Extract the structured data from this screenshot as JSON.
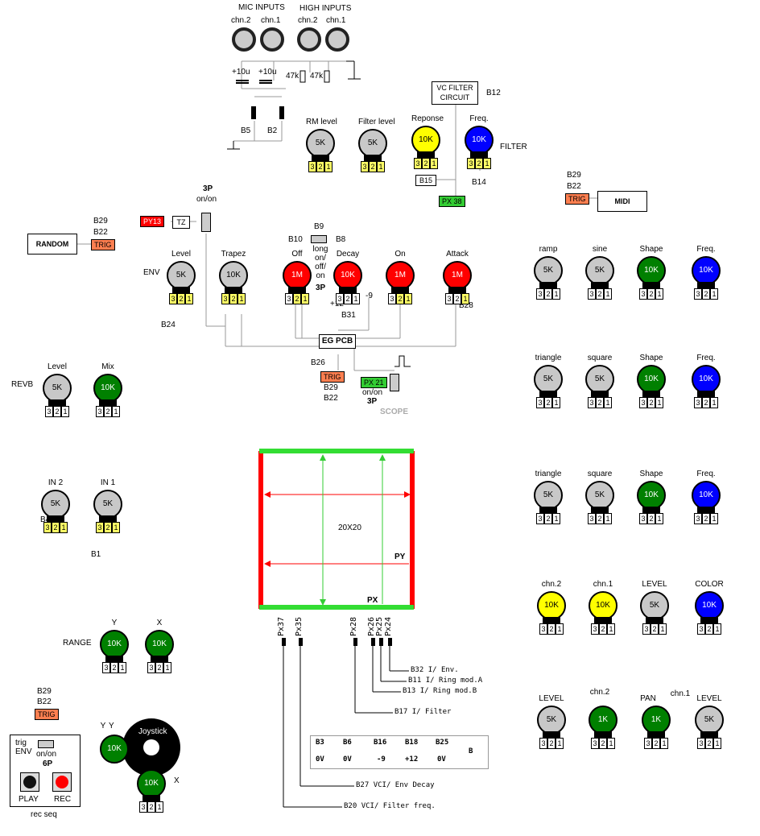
{
  "inputs": {
    "mic_title": "MIC INPUTS",
    "high_title": "HIGH INPUTS",
    "mic_ch2": "chn.2",
    "mic_ch1": "chn.1",
    "high_ch2": "chn.2",
    "high_ch1": "chn.1",
    "cap1": "10u",
    "cap2": "10u",
    "res1": "47k",
    "res2": "47k",
    "b5": "B5",
    "b2": "B2"
  },
  "vcfilter": {
    "title": "VC FILTER CIRCUIT",
    "b12": "B12",
    "filter": "FILTER",
    "b15": "B15",
    "px38": "PX 38",
    "b14": "B14"
  },
  "midi": {
    "b29": "B29",
    "b22": "B22",
    "trig": "TRIG",
    "label": "MIDI"
  },
  "random": {
    "label": "RANDOM",
    "b29": "B29",
    "b22": "B22",
    "trig": "TRIG"
  },
  "env": {
    "sw_3p": "3P",
    "sw_onon": "on/on",
    "py13": "PY13",
    "tz": "TZ",
    "env": "ENV",
    "b24": "B24"
  },
  "eg": {
    "b9": "B9",
    "b10": "B10",
    "b8": "B8",
    "sw_text": "long on/ off/ on",
    "sw_3p": "3P",
    "plus12": "+12",
    "minus9": "-9",
    "b31": "B31",
    "b28": "B28",
    "egpcb": "EG PCB",
    "b26": "B26",
    "trig": "TRIG",
    "b29": "B29",
    "b22": "B22",
    "px21": "PX 21",
    "onon": "on/on",
    "p3": "3P",
    "scope": "SCOPE"
  },
  "reverb": {
    "revb": "REVB"
  },
  "ins": {
    "b4": "B4",
    "b1": "B1"
  },
  "range": {
    "label": "RANGE"
  },
  "matrix": {
    "size": "20X20",
    "py": "PY",
    "px": "PX"
  },
  "pins": [
    "Px37",
    "Px35",
    "Px28",
    "Px26",
    "Px25",
    "Px24"
  ],
  "routes": [
    {
      "id": "B32",
      "text": "I/ Env."
    },
    {
      "id": "B11",
      "text": "I/ Ring mod.A"
    },
    {
      "id": "B13",
      "text": "I/ Ring mod.B"
    },
    {
      "id": "B17",
      "text": "I/ Filter"
    },
    {
      "id": "B27",
      "text": "VCI/ Env Decay"
    },
    {
      "id": "B20",
      "text": "VCI/ Filter freq."
    }
  ],
  "voltage_table": {
    "headers": [
      "B3",
      "B6",
      "B16",
      "B18",
      "B25"
    ],
    "values": [
      "0V",
      "0V",
      "-9",
      "+12",
      "0V"
    ],
    "side": "B"
  },
  "recseq": {
    "b29": "B29",
    "b22": "B22",
    "trig": "TRIG",
    "trig_env": "trig ENV",
    "onon": "on/on",
    "p6": "6P",
    "play": "PLAY",
    "rec": "REC",
    "caption": "rec seq"
  },
  "joystick": {
    "label": "Joystick",
    "y": "Y",
    "x": "X"
  },
  "knobs": [
    {
      "id": "rm",
      "label": "RM level",
      "value": "5K",
      "color": "grey",
      "pins": [
        "3",
        "2",
        "1"
      ],
      "yellow": [
        0,
        1,
        2
      ]
    },
    {
      "id": "filt",
      "label": "Filter level",
      "value": "5K",
      "color": "grey",
      "pins": [
        "3",
        "2",
        "1"
      ],
      "yellow": [
        0,
        1,
        2
      ]
    },
    {
      "id": "reso",
      "label": "Reponse",
      "value": "10K",
      "color": "yellow",
      "pins": [
        "3",
        "2",
        "1"
      ],
      "yellow": [
        0,
        1,
        2
      ]
    },
    {
      "id": "freqf",
      "label": "Freq.",
      "value": "10K",
      "color": "blue",
      "pins": [
        "3",
        "2",
        "1"
      ],
      "yellow": [
        0,
        1,
        2
      ]
    },
    {
      "id": "lvl",
      "label": "Level",
      "value": "5K",
      "color": "grey",
      "pins": [
        "3",
        "2",
        "1"
      ],
      "yellow": [
        0,
        1,
        2
      ]
    },
    {
      "id": "trap",
      "label": "Trapez",
      "value": "10K",
      "color": "grey",
      "pins": [
        "3",
        "2",
        "1"
      ],
      "yellow": [
        0,
        1,
        2
      ]
    },
    {
      "id": "off",
      "label": "Off",
      "value": "1M",
      "color": "red",
      "pins": [
        "3",
        "2",
        "1"
      ],
      "yellow": [
        1,
        2
      ]
    },
    {
      "id": "decay",
      "label": "Decay",
      "value": "10K",
      "color": "red",
      "pins": [
        "3",
        "2",
        "1"
      ],
      "yellow": []
    },
    {
      "id": "on",
      "label": "On",
      "value": "1M",
      "color": "red",
      "pins": [
        "3",
        "2",
        "1"
      ],
      "yellow": [
        1,
        2
      ]
    },
    {
      "id": "atk",
      "label": "Attack",
      "value": "1M",
      "color": "red",
      "pins": [
        "3",
        "2",
        "1"
      ],
      "yellow": [
        2
      ]
    },
    {
      "id": "rvl",
      "label": "Level",
      "value": "5K",
      "color": "grey",
      "pins": [
        "3",
        "2",
        "1"
      ],
      "yellow": []
    },
    {
      "id": "rmix",
      "label": "Mix",
      "value": "10K",
      "color": "green",
      "pins": [
        "3",
        "2",
        "1"
      ],
      "yellow": []
    },
    {
      "id": "in2",
      "label": "IN 2",
      "value": "5K",
      "color": "grey",
      "pins": [
        "3",
        "2",
        "1"
      ],
      "yellow": [
        0,
        1,
        2
      ]
    },
    {
      "id": "in1",
      "label": "IN 1",
      "value": "5K",
      "color": "grey",
      "pins": [
        "3",
        "2",
        "1"
      ],
      "yellow": [
        0,
        1,
        2
      ]
    },
    {
      "id": "ry",
      "label": "Y",
      "value": "10K",
      "color": "green",
      "pins": [
        "3",
        "2",
        "1"
      ],
      "yellow": []
    },
    {
      "id": "rx",
      "label": "X",
      "value": "10K",
      "color": "green",
      "pins": [
        "3",
        "2",
        "1"
      ],
      "yellow": []
    },
    {
      "id": "jy",
      "label": "Y",
      "value": "10K",
      "color": "green",
      "pins": [],
      "yellow": []
    },
    {
      "id": "jx",
      "label": "",
      "value": "10K",
      "color": "green",
      "pins": [
        "3",
        "2",
        "1"
      ],
      "yellow": []
    },
    {
      "id": "r1a",
      "label": "ramp",
      "value": "5K",
      "color": "grey",
      "pins": [
        "3",
        "2",
        "1"
      ],
      "yellow": []
    },
    {
      "id": "r1b",
      "label": "sine",
      "value": "5K",
      "color": "grey",
      "pins": [
        "3",
        "2",
        "1"
      ],
      "yellow": []
    },
    {
      "id": "r1c",
      "label": "Shape",
      "value": "10K",
      "color": "green",
      "pins": [
        "3",
        "2",
        "1"
      ],
      "yellow": []
    },
    {
      "id": "r1d",
      "label": "Freq.",
      "value": "10K",
      "color": "blue",
      "pins": [
        "3",
        "2",
        "1"
      ],
      "yellow": []
    },
    {
      "id": "r2a",
      "label": "triangle",
      "value": "5K",
      "color": "grey",
      "pins": [
        "3",
        "2",
        "1"
      ],
      "yellow": []
    },
    {
      "id": "r2b",
      "label": "square",
      "value": "5K",
      "color": "grey",
      "pins": [
        "3",
        "2",
        "1"
      ],
      "yellow": []
    },
    {
      "id": "r2c",
      "label": "Shape",
      "value": "10K",
      "color": "green",
      "pins": [
        "3",
        "2",
        "1"
      ],
      "yellow": []
    },
    {
      "id": "r2d",
      "label": "Freq.",
      "value": "10K",
      "color": "blue",
      "pins": [
        "3",
        "2",
        "1"
      ],
      "yellow": []
    },
    {
      "id": "r3a",
      "label": "triangle",
      "value": "5K",
      "color": "grey",
      "pins": [
        "3",
        "2",
        "1"
      ],
      "yellow": []
    },
    {
      "id": "r3b",
      "label": "square",
      "value": "5K",
      "color": "grey",
      "pins": [
        "3",
        "2",
        "1"
      ],
      "yellow": []
    },
    {
      "id": "r3c",
      "label": "Shape",
      "value": "10K",
      "color": "green",
      "pins": [
        "3",
        "2",
        "1"
      ],
      "yellow": []
    },
    {
      "id": "r3d",
      "label": "Freq.",
      "value": "10K",
      "color": "blue",
      "pins": [
        "3",
        "2",
        "1"
      ],
      "yellow": []
    },
    {
      "id": "r4a",
      "label": "chn.2",
      "value": "10K",
      "color": "yellow",
      "pins": [
        "3",
        "2",
        "1"
      ],
      "yellow": []
    },
    {
      "id": "r4b",
      "label": "chn.1",
      "value": "10K",
      "color": "yellow",
      "pins": [
        "3",
        "2",
        "1"
      ],
      "yellow": []
    },
    {
      "id": "r4c",
      "label": "LEVEL",
      "value": "5K",
      "color": "grey",
      "pins": [
        "3",
        "2",
        "1"
      ],
      "yellow": []
    },
    {
      "id": "r4d",
      "label": "COLOR",
      "value": "10K",
      "color": "blue",
      "pins": [
        "3",
        "2",
        "1"
      ],
      "yellow": []
    },
    {
      "id": "r5a",
      "label": "LEVEL",
      "value": "5K",
      "color": "grey",
      "pins": [
        "3",
        "2",
        "1"
      ],
      "yellow": []
    },
    {
      "id": "r5b",
      "label": "chn.2",
      "value": "1K",
      "color": "green",
      "pins": [
        "3",
        "2",
        "1"
      ],
      "yellow": []
    },
    {
      "id": "r5c",
      "label": "PAN",
      "value": "",
      "color": "none",
      "pins": [],
      "yellow": []
    },
    {
      "id": "r5d",
      "label": "",
      "value": "1K",
      "color": "green",
      "pins": [
        "3",
        "2",
        "1"
      ],
      "yellow": []
    },
    {
      "id": "r5e",
      "label": "chn.1",
      "value": "",
      "color": "none",
      "pins": [],
      "yellow": []
    },
    {
      "id": "r5f",
      "label": "LEVEL",
      "value": "5K",
      "color": "grey",
      "pins": [
        "3",
        "2",
        "1"
      ],
      "yellow": []
    }
  ]
}
